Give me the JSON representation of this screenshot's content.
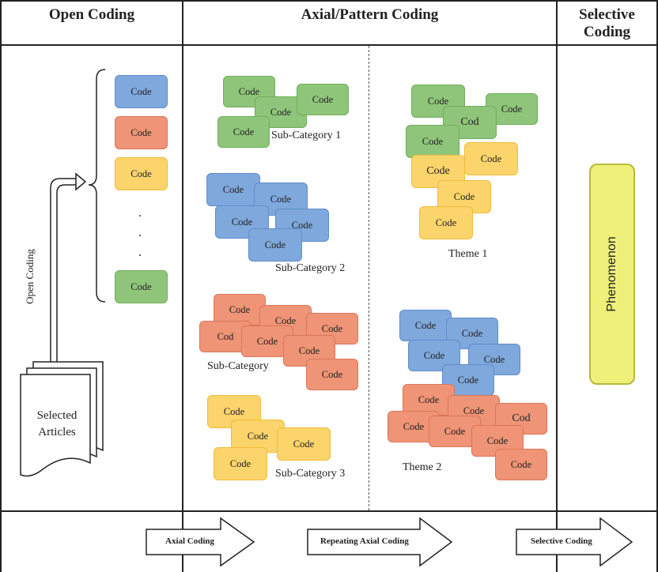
{
  "headers": {
    "open": "Open Coding",
    "axial": "Axial/Pattern Coding",
    "selective_line1": "Selective",
    "selective_line2": "Coding"
  },
  "open_coding": {
    "code_label": "Code",
    "code_colors": [
      "blue",
      "red",
      "yellow",
      "green"
    ],
    "ellipsis": ".",
    "side_label": "Open Coding",
    "articles_line1": "Selected",
    "articles_line2": "Articles"
  },
  "subcategories": {
    "sub1": "Sub-Category 1",
    "sub2": "Sub-Category 2",
    "sub_mid": "Sub-Category",
    "sub3": "Sub-Category 3"
  },
  "themes": {
    "theme1": "Theme 1",
    "theme2": "Theme 2"
  },
  "code_variants": {
    "code": "Code",
    "cod": "Cod"
  },
  "phenomenon": "Phenomenon",
  "arrows": {
    "axial": "Axial Coding",
    "repeating": "Repeating Axial Coding",
    "selective": "Selective Coding"
  },
  "colors": {
    "green": "#8fc57a",
    "blue": "#7fa8dc",
    "red": "#ef9476",
    "yellow": "#fbd46b",
    "phenomenon": "#eef07a"
  }
}
